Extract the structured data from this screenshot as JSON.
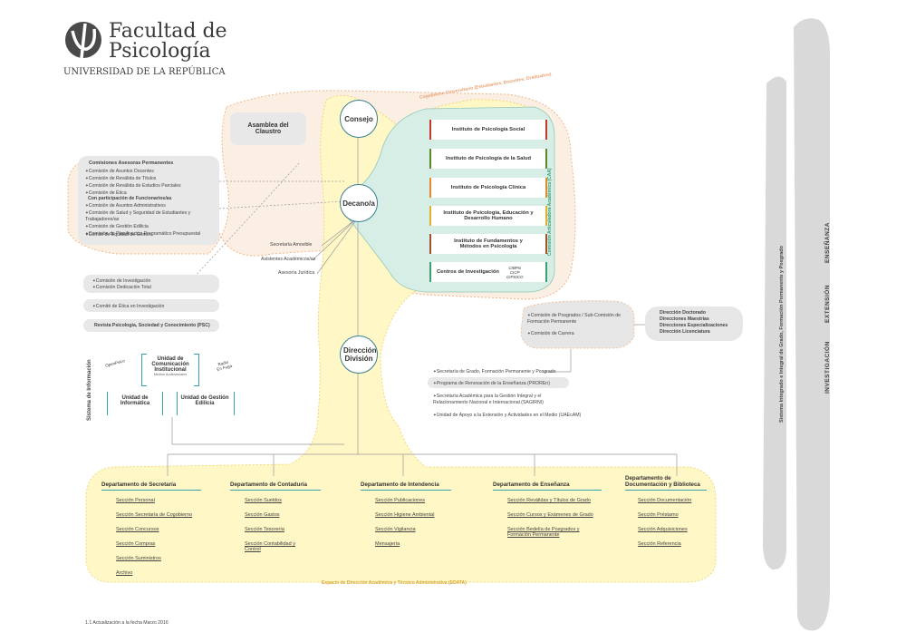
{
  "logo": {
    "line1": "Facultad de",
    "line2": "Psicología",
    "line3": "UNIVERSIDAD DE LA REPÚBLICA"
  },
  "cogobierno": "Cogobierno Universitario (Estudiantes, Docentes, Graduados)",
  "asamblea": "Asamblea del Claustro",
  "consejo": "Consejo",
  "decano": "Decano/a",
  "direccion": "Dirección División",
  "comisiones": {
    "title": "Comisiones Asesoras Permanentes",
    "items": [
      "Comisión de Asuntos Docentes",
      "Comisión de Reválida de Títulos",
      "Comisión de Reválida de Estudios Parciales",
      "Comisión de Ética"
    ],
    "sub_title": "Con participación de Funcionarios/as",
    "sub_items": [
      "Comisión de Asuntos Administrativos",
      "Comisión de Salud y Seguridad de Estudiantes y Trabajadores/as",
      "Comisión de Gestión Edilicia",
      "Comisión de Planificación Programático Presupuestal"
    ],
    "equidad": "Comité de Equidad de Género"
  },
  "decano_links": [
    "Secretaría Amovible",
    "Asistentes Académicos/as",
    "Asesoría Jurídica"
  ],
  "investigacion_box": [
    "Comisión de Investigación",
    "Comisión Dedicación Total"
  ],
  "etica_investigacion": "Comité de Ética en Investigación",
  "revista": "Revista Psicología, Sociedad y Conocimiento (PSC)",
  "institutos": [
    "Instituto de Psicología Social",
    "Instituto de Psicología de la Salud",
    "Instituto de Psicología Clínica",
    "Instituto de Psicología, Educación y Desarrollo Humano",
    "Instituto de Fundamentos y Métodos en Psicología",
    "Centros de Investigación"
  ],
  "centros_sub": [
    "CIBPsi",
    "CICP",
    "CIPSICO"
  ],
  "caa": "Comisión Articuladora Académica (CAA)",
  "posgrados": [
    "Comisión de Posgrados / Sub-Comisión de Formación Permanente",
    "Comisión de Carrera"
  ],
  "direcciones": [
    "Dirección Doctorado",
    "Direcciones Maestrías",
    "Direcciones Especializaciones",
    "Dirección Licenciatura"
  ],
  "secretarias": [
    "Secretaría de Grado, Formación Permanente y Posgrado",
    "Programa de Renovación de la Enseñanza (PROREn)",
    "Secretaría Académica para la Gestión Integral y el Relacionamiento Nacional e Internacional (SAGIRNI)",
    "Unidad de Apoyo a la Extensión y Actividades en el Medio (UAEcAM)"
  ],
  "sistema_info": "Sistema de Información",
  "unidades": {
    "ucom": "Unidad de Comunicación Institucional",
    "medios": "Medios Audiovisuales",
    "informatica": "Unidad de Informática",
    "edilicia": "Unidad de Gestión Edilicia",
    "psico": "OpenPsico",
    "radio": "Radio En Fuga"
  },
  "departamentos": [
    {
      "name": "Departamento de Secretaría",
      "sections": [
        "Sección Personal",
        "Sección Secretaría de Cogobierno",
        "Sección Concursos",
        "Sección Compras",
        "Sección Suministros",
        "Archivo"
      ]
    },
    {
      "name": "Departamento de Contaduría",
      "sections": [
        "Sección Sueldos",
        "Sección Gastos",
        "Sección Tesorería",
        "Sección Contabilidad y Control"
      ]
    },
    {
      "name": "Departamento de Intendencia",
      "sections": [
        "Sección Publicaciones",
        "Sección Higiene Ambiental",
        "Sección Vigilancia",
        "Mensajería"
      ]
    },
    {
      "name": "Departamento de Enseñanza",
      "sections": [
        "Sección Reválidas y Títulos de Grado",
        "Sección Cursos y Exámenes de Grado",
        "Sección Bedelía de Posgrados y Formación Permanente"
      ]
    },
    {
      "name": "Departamento de Documentación y Biblioteca",
      "sections": [
        "Sección Documentación",
        "Sección Préstamo",
        "Sección Adquisiciones",
        "Sección Referencia"
      ]
    }
  ],
  "edata": "Espacio de Dirección Académica y Técnico Administrativa (EDATA)",
  "sistema_integrado": "Sistema Integrado e Integral de Grado, Formación Permanente y Posgrado",
  "funciones": [
    "INVESTIGACIÓN",
    "EXTENSIÓN",
    "ENSEÑANZA"
  ],
  "footer": "1.1 Actualización a la fecha Marzo 2016"
}
